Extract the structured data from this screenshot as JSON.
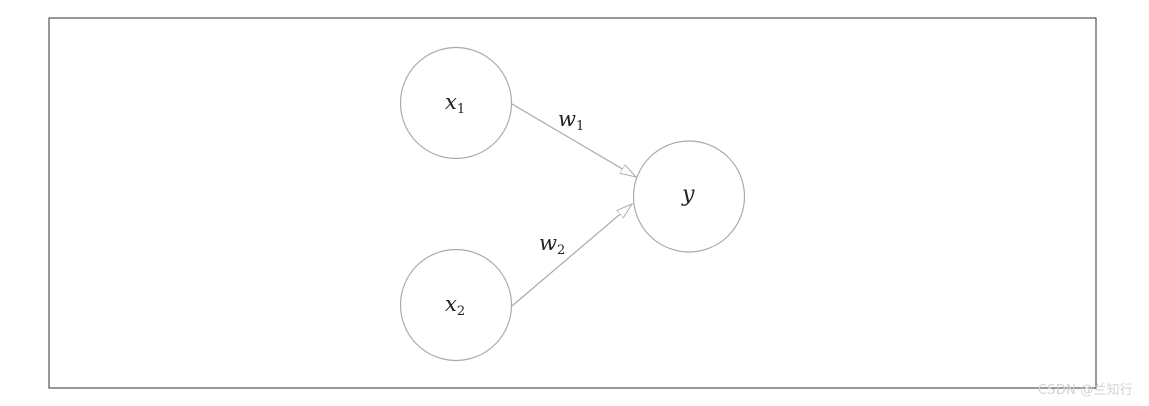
{
  "diagram": {
    "nodes": [
      {
        "id": "x1",
        "base": "x",
        "sub": "1"
      },
      {
        "id": "x2",
        "base": "x",
        "sub": "2"
      },
      {
        "id": "y",
        "base": "y",
        "sub": ""
      }
    ],
    "edges": [
      {
        "from": "x1",
        "to": "y",
        "base": "w",
        "sub": "1"
      },
      {
        "from": "x2",
        "to": "y",
        "base": "w",
        "sub": "2"
      }
    ],
    "colors": {
      "node_stroke": "#aaaaaa",
      "edge_stroke": "#aaaaaa",
      "frame_stroke": "#333333",
      "text": "#222222"
    }
  },
  "watermark": "CSDN @兰知行"
}
